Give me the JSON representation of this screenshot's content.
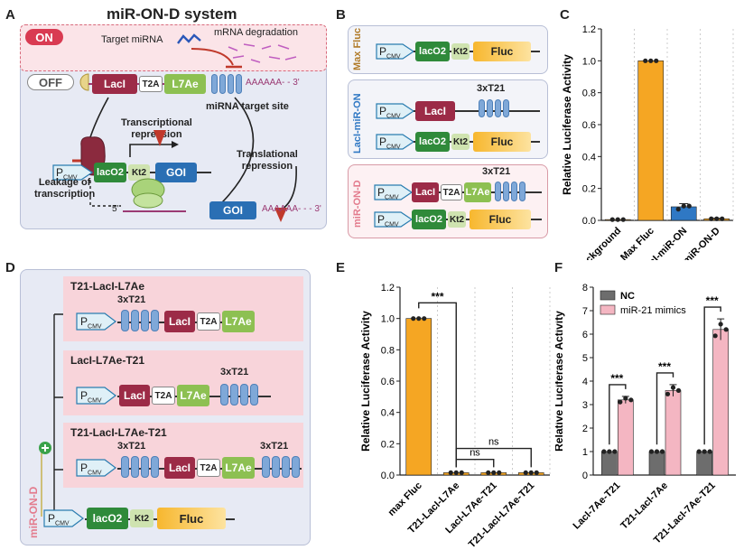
{
  "panels": {
    "A": {
      "label": "A",
      "title": "miR-ON-D system",
      "on": "ON",
      "off": "OFF",
      "target_mirna": "Target miRNA",
      "mrna_degradation": "mRNA degradation",
      "lacI": "LacI",
      "t2a": "T2A",
      "l7ae": "L7Ae",
      "polyA": "AAAAAA- - 3'",
      "mirna_target_site": "miRNA target site",
      "transcriptional_repression": "Transcriptional\nrepression",
      "translational_repression": "Translational\nrepression",
      "pcmv": "P",
      "pcmv_sub": "CMV",
      "laco2": "lacO2",
      "kt2": "Kt2",
      "goi": "GOI",
      "leakage": "Leakage of\ntranscription",
      "five_prime": "5'",
      "polyA2": "AAAAAA- - - 3'"
    },
    "B": {
      "label": "B",
      "max_fluc": "Max Fluc",
      "laci_mir_on": "LacI-miR-ON",
      "mir_on_d": "miR-ON-D",
      "laco2": "lacO2",
      "kt2": "Kt2",
      "fluc": "Fluc",
      "lacI": "LacI",
      "t2a": "T2A",
      "l7ae": "L7Ae",
      "x3t21": "3xT21",
      "pcmv": "P",
      "pcmv_sub": "CMV"
    },
    "D": {
      "label": "D",
      "c1": "T21-LacI-L7Ae",
      "c2": "LacI-L7Ae-T21",
      "c3": "T21-LacI-L7Ae-T21",
      "x3t21": "3xT21",
      "lacI": "LacI",
      "t2a": "T2A",
      "l7ae": "L7Ae",
      "laco2": "lacO2",
      "kt2": "Kt2",
      "fluc": "Fluc",
      "mir_on_d": "miR-ON-D",
      "pcmv": "P",
      "pcmv_sub": "CMV"
    }
  },
  "chart_data": [
    {
      "label": "C",
      "type": "bar",
      "ylabel": "Relative Luciferase Activity",
      "ylim": [
        0,
        1.2
      ],
      "yticks": [
        "0.0",
        "0.2",
        "0.4",
        "0.6",
        "0.8",
        "1.0",
        "1.2"
      ],
      "categories": [
        "Background",
        "Max Fluc",
        "LacI-miR-ON",
        "miR-ON-D"
      ],
      "values": [
        0.005,
        1.0,
        0.085,
        0.01
      ],
      "errors": [
        0.0,
        0.0,
        0.02,
        0.003
      ],
      "points": [
        [
          0.005,
          0.005,
          0.005
        ],
        [
          1.0,
          1.0,
          1.0
        ],
        [
          0.07,
          0.09,
          0.09
        ],
        [
          0.01,
          0.01,
          0.01
        ]
      ],
      "colors": [
        "#f5a623",
        "#f5a623",
        "#2f78c4",
        "#f5a623"
      ]
    },
    {
      "label": "E",
      "type": "bar",
      "ylabel": "Relative Luciferase Activity",
      "ylim": [
        0,
        1.2
      ],
      "yticks": [
        "0.0",
        "0.2",
        "0.4",
        "0.6",
        "0.8",
        "1.0",
        "1.2"
      ],
      "categories": [
        "max Fluc",
        "T21-LacI-L7Ae",
        "LacI-L7Ae-T21",
        "T21-LacI-L7Ae-T21"
      ],
      "values": [
        1.0,
        0.015,
        0.015,
        0.015
      ],
      "points": [
        [
          1.0,
          1.0,
          1.0
        ],
        [
          0.015,
          0.015,
          0.015
        ],
        [
          0.015,
          0.015,
          0.015
        ],
        [
          0.015,
          0.015,
          0.015
        ]
      ],
      "colors": [
        "#f5a623",
        "#f5a623",
        "#f5a623",
        "#f5a623"
      ],
      "significance": [
        "***",
        "ns",
        "ns"
      ]
    },
    {
      "label": "F",
      "type": "bar",
      "ylabel": "Relative Luciferase Activity",
      "ylim": [
        0,
        8
      ],
      "yticks": [
        "0",
        "1",
        "2",
        "3",
        "4",
        "5",
        "6",
        "7",
        "8"
      ],
      "categories": [
        "LacI-7Ae-T21",
        "T21-LacI-7Ae",
        "T21-LacI-7Ae-T21"
      ],
      "series": [
        {
          "name": "NC",
          "values": [
            1.0,
            1.0,
            1.0
          ],
          "color": "#6d6d6d"
        },
        {
          "name": "miR-21 mimics",
          "values": [
            3.2,
            3.6,
            6.2
          ],
          "errors": [
            0.15,
            0.25,
            0.45
          ],
          "color": "#f4b6c2"
        }
      ],
      "significance": [
        "***",
        "***",
        "***"
      ]
    }
  ]
}
